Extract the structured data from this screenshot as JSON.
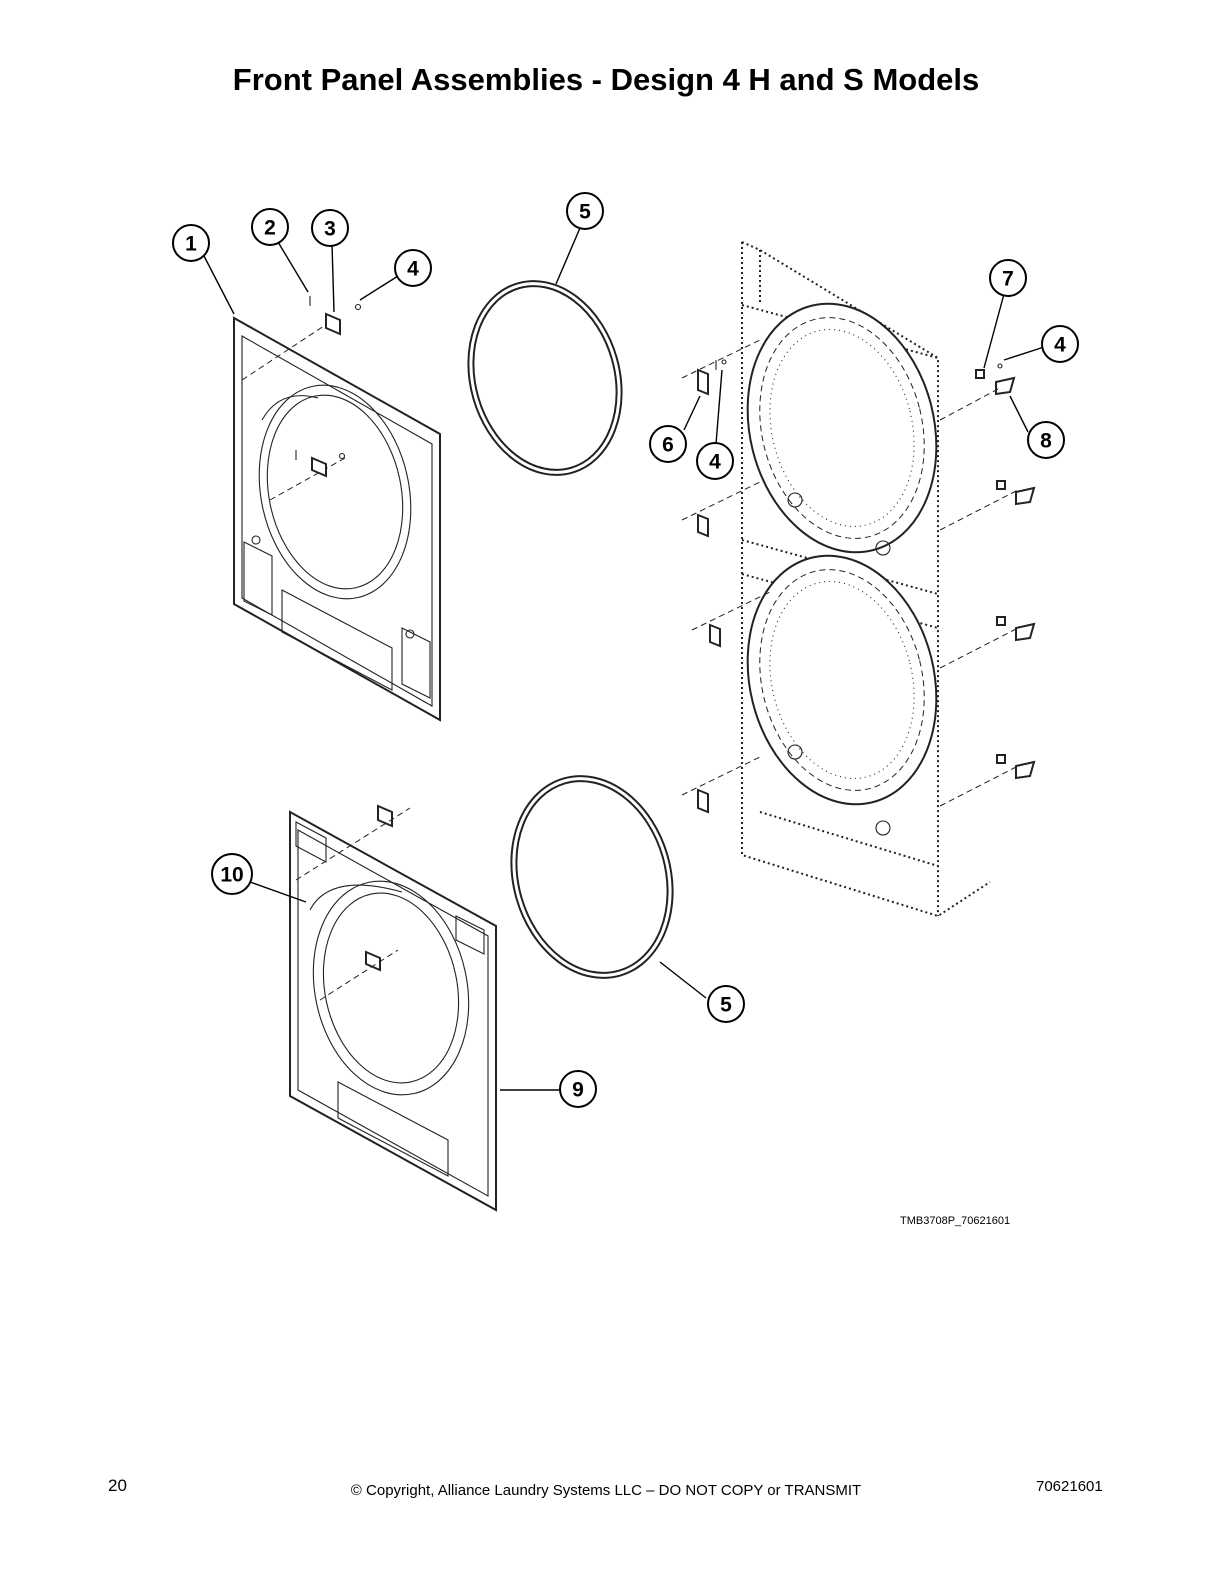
{
  "title": "Front Panel Assemblies - Design 4 H and S Models",
  "figure_code": "TMB3708P_70621601",
  "callouts": [
    "1",
    "2",
    "3",
    "4",
    "5",
    "4",
    "7",
    "4",
    "6",
    "8",
    "10",
    "5",
    "9"
  ],
  "footer": {
    "page_number": "20",
    "copyright": "© Copyright, Alliance Laundry Systems LLC – DO NOT COPY or TRANSMIT",
    "doc_number": "70621601"
  }
}
